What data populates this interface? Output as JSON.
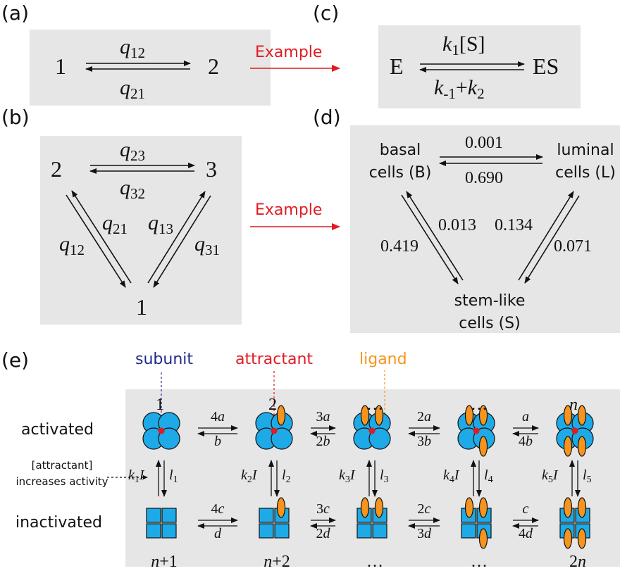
{
  "panels": {
    "a": {
      "label": "(a)",
      "state1": "1",
      "state2": "2",
      "forward": {
        "sym": "q",
        "sub": "12"
      },
      "backward": {
        "sym": "q",
        "sub": "21"
      }
    },
    "b": {
      "label": "(b)",
      "state1": "1",
      "state2": "2",
      "state3": "3",
      "q23": {
        "sym": "q",
        "sub": "23"
      },
      "q32": {
        "sym": "q",
        "sub": "32"
      },
      "q21": {
        "sym": "q",
        "sub": "21"
      },
      "q12": {
        "sym": "q",
        "sub": "12"
      },
      "q13": {
        "sym": "q",
        "sub": "13"
      },
      "q31": {
        "sym": "q",
        "sub": "31"
      }
    },
    "c": {
      "label": "(c)",
      "left": "E",
      "right": "ES",
      "forward": {
        "k": "k",
        "sub": "1",
        "rest": "[S]"
      },
      "backward": {
        "k1": "k",
        "sub1": "-1",
        "plus": "+",
        "k2": "k",
        "sub2": "2"
      }
    },
    "d": {
      "label": "(d)",
      "basal_line1": "basal",
      "basal_line2": "cells (B)",
      "luminal_line1": "luminal",
      "luminal_line2": "cells (L)",
      "stem_line1": "stem-like",
      "stem_line2": "cells (S)",
      "rate_BL": "0.001",
      "rate_LB": "0.690",
      "rate_SB": "0.419",
      "rate_BS": "0.013",
      "rate_SL": "0.134",
      "rate_LS": "0.071"
    },
    "e": {
      "label": "(e)",
      "legend_subunit": "subunit",
      "legend_attractant": "attractant",
      "legend_ligand": "ligand",
      "row_activated": "activated",
      "row_inactivated": "inactivated",
      "annotation_line1": "[attractant]",
      "annotation_line2": "increases activity",
      "top_states": [
        "1",
        "2",
        "…",
        "…",
        "n"
      ],
      "bottom_states": [
        {
          "pre": "n",
          "post": "+1"
        },
        {
          "pre": "n",
          "post": "+2"
        },
        {
          "pre": "…",
          "post": ""
        },
        {
          "pre": "…",
          "post": ""
        },
        {
          "pre": "2",
          "post": "n"
        }
      ],
      "top_forward": [
        "4a",
        "3a",
        "2a",
        "a"
      ],
      "top_backward": [
        "b",
        "2b",
        "3b",
        "4b"
      ],
      "bottom_forward": [
        "4c",
        "3c",
        "2c",
        "c"
      ],
      "bottom_backward": [
        "d",
        "2d",
        "3d",
        "4d"
      ],
      "vertical_up": [
        {
          "k": "k",
          "sub": "1",
          "i": "I"
        },
        {
          "k": "k",
          "sub": "2",
          "i": "I"
        },
        {
          "k": "k",
          "sub": "3",
          "i": "I"
        },
        {
          "k": "k",
          "sub": "4",
          "i": "I"
        },
        {
          "k": "k",
          "sub": "5",
          "i": "I"
        }
      ],
      "vertical_down": [
        {
          "l": "l",
          "sub": "1"
        },
        {
          "l": "l",
          "sub": "2"
        },
        {
          "l": "l",
          "sub": "3"
        },
        {
          "l": "l",
          "sub": "4"
        },
        {
          "l": "l",
          "sub": "5"
        }
      ]
    },
    "example_label": "Example"
  },
  "colors": {
    "panel_bg": "#e6e6e6",
    "subunit_fill": "#1eaae6",
    "attractant": "#e11b22",
    "ligand": "#f7941d",
    "example_arrow": "#e11b22",
    "subunit_label": "#1f2a8a"
  }
}
